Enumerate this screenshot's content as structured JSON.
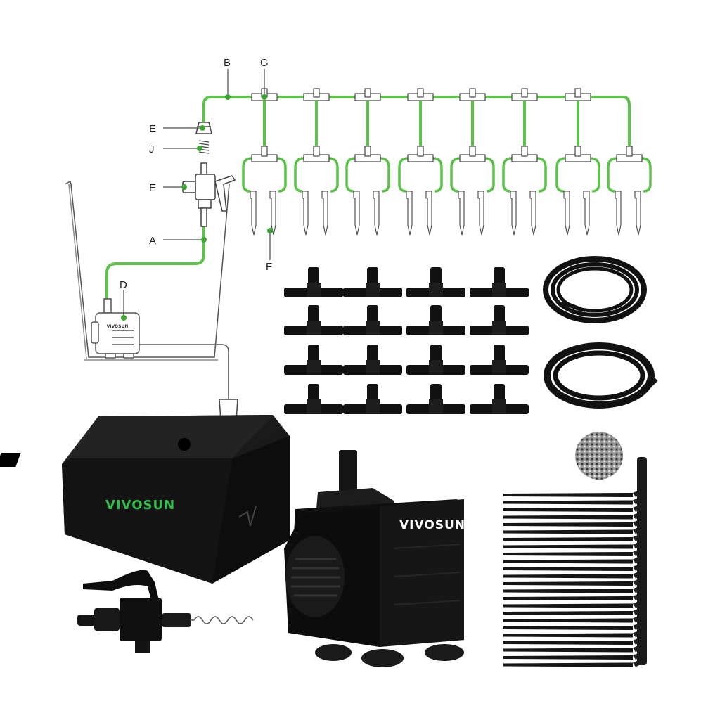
{
  "labels": {
    "A": "A",
    "B": "B",
    "D": "D",
    "E_top": "E",
    "E_mid": "E",
    "F": "F",
    "G": "G",
    "J": "J"
  },
  "branding": {
    "timer_brand": "VIVOSUN",
    "pump_diagram_brand": "VIVOSUN",
    "pump_brand": "VIVOSUN"
  },
  "colors": {
    "tube_green": "#5cc24a",
    "label_dot_green": "#3fa535",
    "product_black": "#111111",
    "brand_green": "#2fbf4a",
    "outline_gray": "#555555"
  },
  "icons": {
    "timer": "timer-socket-icon",
    "pump": "water-pump-icon",
    "tee": "tee-connector-icon",
    "stake": "drip-stake-icon",
    "hose": "hose-coil-icon",
    "filter": "filter-sponge-icon",
    "valve": "flow-valve-icon",
    "spring": "spring-icon",
    "plug": "power-plug-icon"
  },
  "counts": {
    "tee_connectors": 16,
    "drip_stakes": 24,
    "hose_coils": 2
  }
}
